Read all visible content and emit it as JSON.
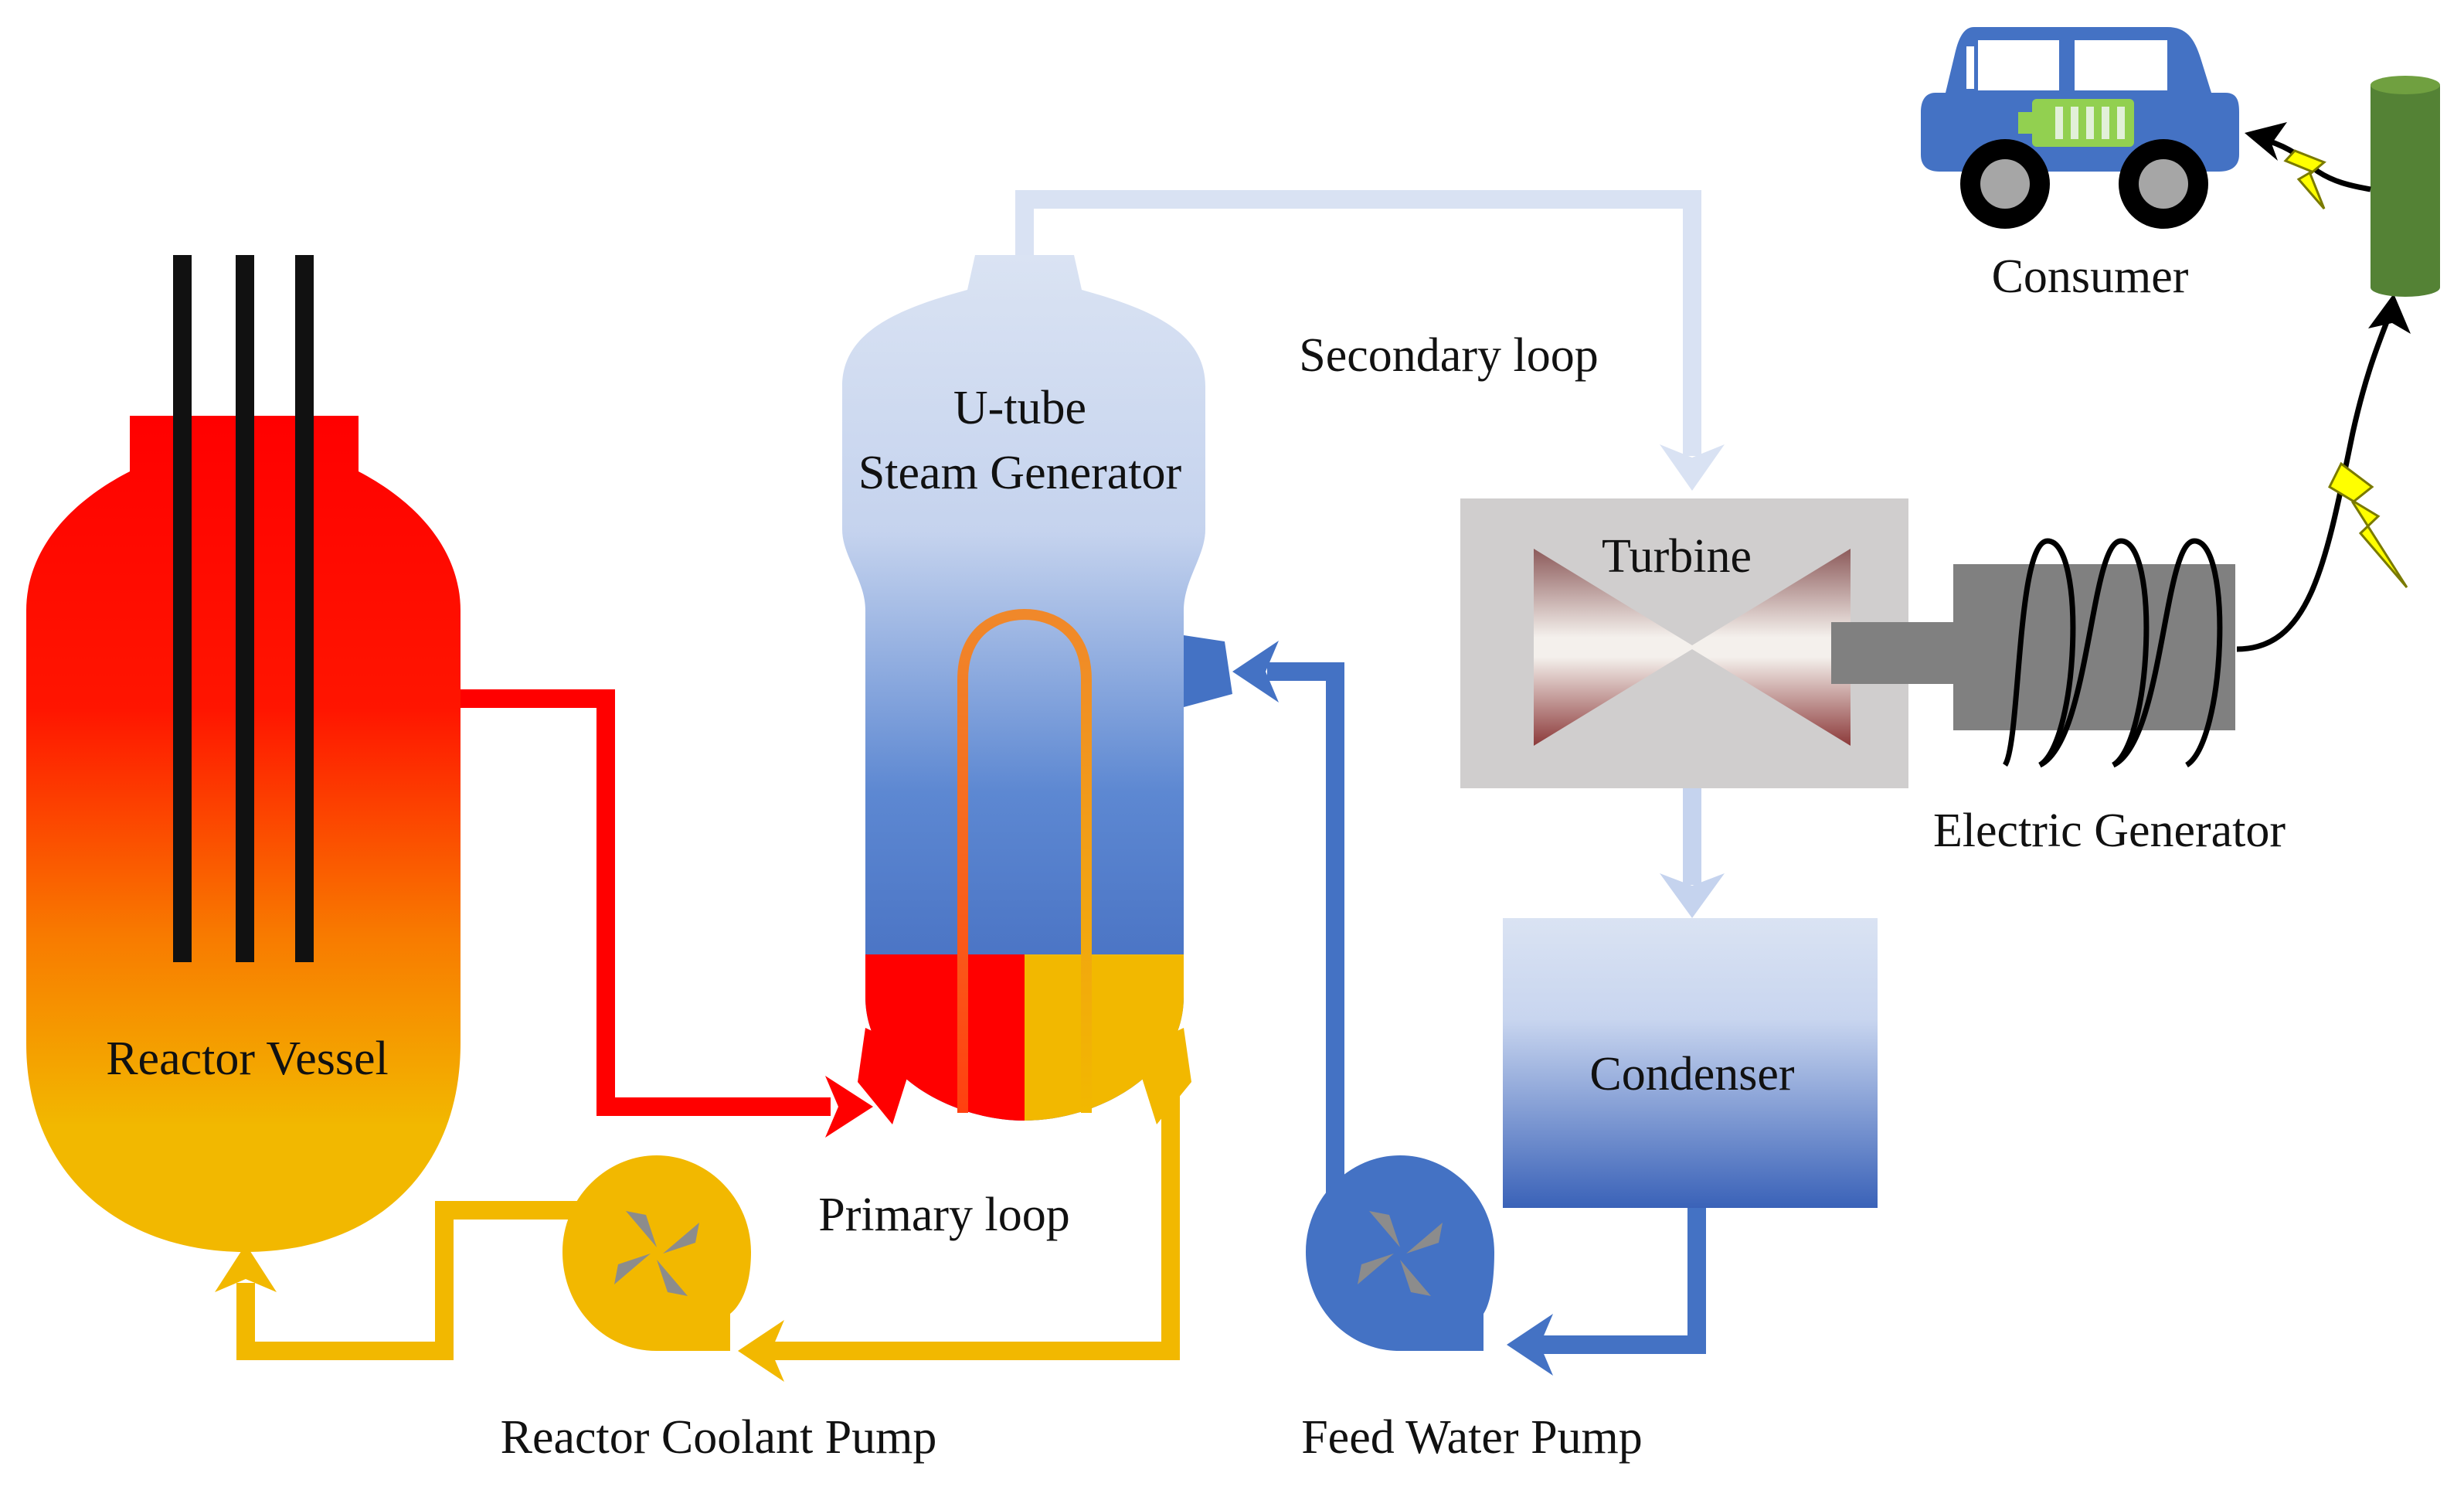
{
  "labels": {
    "reactor_vessel": "Reactor Vessel",
    "steam_generator_line1": "U-tube",
    "steam_generator_line2": "Steam Generator",
    "secondary_loop": "Secondary loop",
    "primary_loop": "Primary loop",
    "turbine": "Turbine",
    "condenser": "Condenser",
    "electric_generator": "Electric Generator",
    "consumer": "Consumer",
    "reactor_coolant_pump": "Reactor Coolant Pump",
    "feed_water_pump": "Feed Water Pump"
  },
  "colors": {
    "hot_leg": "#ff0000",
    "cold_leg": "#f2b800",
    "feedwater": "#4472c4",
    "steam": "#d9e2f3",
    "turbine_casing": "#d0cece",
    "generator_body": "#808080",
    "power_line": "#000000",
    "lightning": "#ffff00",
    "pole": "#548235",
    "car_body": "#4472c4"
  }
}
